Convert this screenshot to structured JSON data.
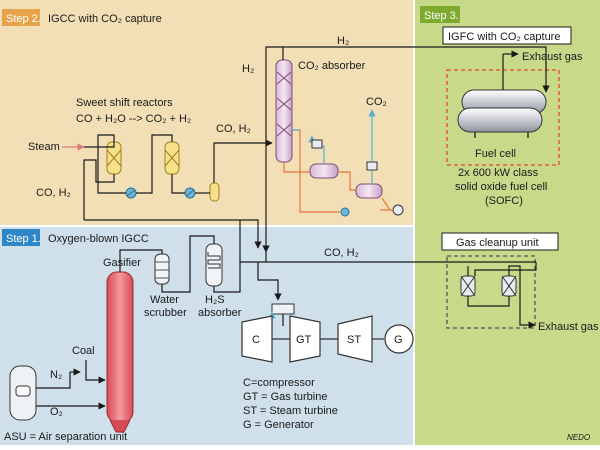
{
  "step2": {
    "badge": "Step 2.",
    "title": "IGCC with CO₂ capture",
    "colors": {
      "background": "#f2dfb6",
      "badge": "#e8a24a"
    }
  },
  "step1": {
    "badge": "Step 1.",
    "title": "Oxygen-blown IGCC",
    "colors": {
      "background": "#cfe0ea",
      "badge": "#2f86c8"
    }
  },
  "step3": {
    "badge": "Step 3.",
    "title": "IGFC with CO₂ capture",
    "colors": {
      "background": "#c9d98a",
      "badge": "#7eab2f"
    }
  },
  "labels": {
    "h2_top": "H₂",
    "h2_left": "H₂",
    "co2_absorber": "CO₂ absorber",
    "co2_out": "CO₂",
    "sweet_shift_title": "Sweet shift reactors",
    "sweet_shift_reaction": "CO + H₂O --> CO₂ + H₂",
    "steam": "Steam",
    "co_h2_a": "CO, H₂",
    "co_h2_b": "CO, H₂",
    "co_h2_c": "CO, H₂",
    "exhaust_gas_top": "Exhaust gas",
    "fuel_cell": "Fuel cell",
    "sofc_line1": "2x 600 kW class",
    "sofc_line2": "solid oxide fuel cell",
    "sofc_line3": "(SOFC)",
    "gas_cleanup": "Gas cleanup unit",
    "exhaust_gas_bottom": "Exhaust gas",
    "gasifier": "Gasifier",
    "water_scrubber_1": "Water",
    "water_scrubber_2": "scrubber",
    "h2s_absorber_1": "H₂S",
    "h2s_absorber_2": "absorber",
    "coal": "Coal",
    "n2": "N₂",
    "o2": "O₂",
    "asu": "ASU = Air separation unit",
    "c": "C",
    "gt": "GT",
    "st": "ST",
    "g": "G",
    "legend_c": "C=compressor",
    "legend_gt": "GT = Gas turbine",
    "legend_st": "ST = Steam turbine",
    "legend_g": "G = Generator",
    "nedo": "NEDO"
  }
}
